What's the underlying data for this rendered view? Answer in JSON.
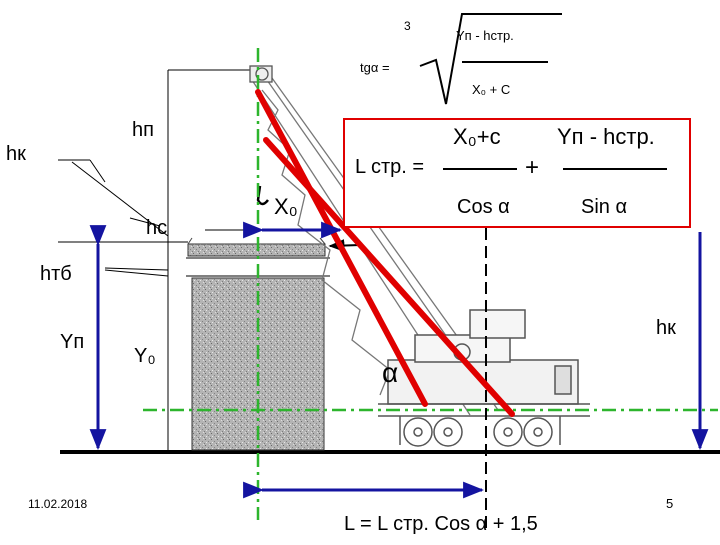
{
  "top_formula": {
    "root_index": "3",
    "lhs": "tgα =",
    "numerator": "Yп - hстр.",
    "denominator": "X₀ + C"
  },
  "boxed_formula": {
    "lhs": "L стр. =",
    "num1": "X₀+c",
    "den1": "Cos α",
    "plus": "+",
    "num2": "Yп - hстр.",
    "den2": "Sin α"
  },
  "labels": {
    "hk_left": "hк",
    "hp": "hп",
    "hs": "hс",
    "htb": "hтб",
    "yp": "Yп",
    "y0": "Y₀",
    "x0": "X₀",
    "alpha": "α",
    "hk_right": "hк"
  },
  "bottom_formula": "L = L стр. Cos α + 1,5",
  "footer": {
    "date": "11.02.2018",
    "page": "5"
  },
  "colors": {
    "boom": "#e00000",
    "green_axis": "#2db52d",
    "dimension": "#1414a0"
  }
}
